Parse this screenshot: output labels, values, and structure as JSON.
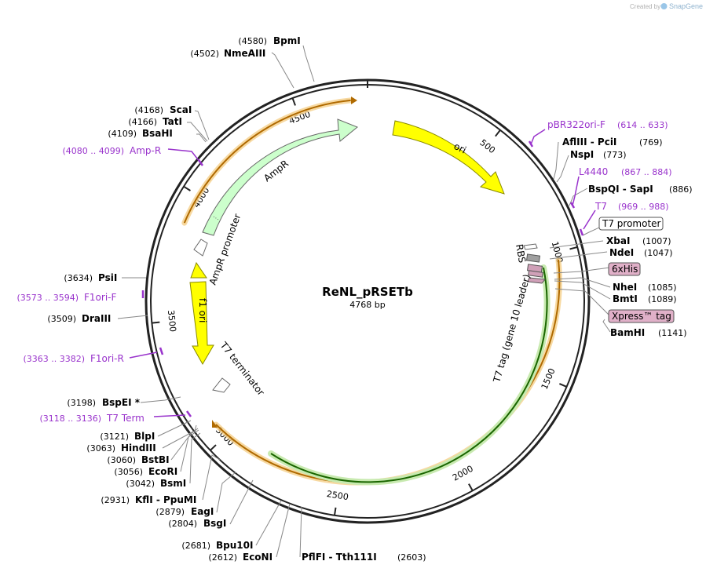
{
  "watermark": {
    "prefix": "Created by",
    "brand": "SnapGene"
  },
  "plasmid": {
    "name": "ReNL_pRSETb",
    "length_label": "4768 bp",
    "length": 4768
  },
  "ticks": [
    "500",
    "1000",
    "1500",
    "2000",
    "2500",
    "3000",
    "3500",
    "4000",
    "4500"
  ],
  "features": [
    {
      "name": "ori",
      "color": "#ffff00"
    },
    {
      "name": "AmpR",
      "color": "#ccffcc"
    },
    {
      "name": "AmpR promoter",
      "color": "#ffffff"
    },
    {
      "name": "f1 ori",
      "color": "#ffff00"
    },
    {
      "name": "T7 terminator",
      "color": "#ffffff"
    },
    {
      "name": "RBS",
      "color": "#ffffff"
    },
    {
      "name": "T7 tag (gene 10 leader)",
      "color": "#99cc66"
    }
  ],
  "sites": [
    {
      "pos": "(4580)",
      "name": "BpmI"
    },
    {
      "pos": "(4502)",
      "name": "NmeAIII"
    },
    {
      "pos": "(4168)",
      "name": "ScaI"
    },
    {
      "pos": "(4166)",
      "name": "TatI"
    },
    {
      "pos": "(4109)",
      "name": "BsaHI"
    },
    {
      "pos": "(3634)",
      "name": "PsiI"
    },
    {
      "pos": "(3509)",
      "name": "DraIII"
    },
    {
      "pos": "(3198)",
      "name": "BspEI *"
    },
    {
      "pos": "(3121)",
      "name": "BlpI"
    },
    {
      "pos": "(3063)",
      "name": "HindIII"
    },
    {
      "pos": "(3060)",
      "name": "BstBI"
    },
    {
      "pos": "(3056)",
      "name": "EcoRI"
    },
    {
      "pos": "(3042)",
      "name": "BsmI"
    },
    {
      "pos": "(2931)",
      "name": "KflI  - PpuMI"
    },
    {
      "pos": "(2879)",
      "name": "EagI"
    },
    {
      "pos": "(2804)",
      "name": "BsgI"
    },
    {
      "pos": "(2681)",
      "name": "Bpu10I"
    },
    {
      "pos": "(2612)",
      "name": "EcoNI"
    },
    {
      "pos": "(2603)",
      "name": "PflFI  - Tth111I"
    },
    {
      "pos": "(769)",
      "name": "AflIII  - PciI"
    },
    {
      "pos": "(773)",
      "name": "NspI"
    },
    {
      "pos": "(886)",
      "name": "BspQI  - SapI"
    },
    {
      "pos": "(1007)",
      "name": "XbaI"
    },
    {
      "pos": "(1047)",
      "name": "NdeI"
    },
    {
      "pos": "(1085)",
      "name": "NheI"
    },
    {
      "pos": "(1089)",
      "name": "BmtI"
    },
    {
      "pos": "(1141)",
      "name": "BamHI"
    }
  ],
  "primers": [
    {
      "name": "pBR322ori-F",
      "range": "(614 .. 633)"
    },
    {
      "name": "L4440",
      "range": "(867 .. 884)"
    },
    {
      "name": "T7",
      "range": "(969 .. 988)"
    },
    {
      "name": "Amp-R",
      "range": "(4080 .. 4099)"
    },
    {
      "name": "F1ori-F",
      "range": "(3573 .. 3594)"
    },
    {
      "name": "F1ori-R",
      "range": "(3363 .. 3382)"
    },
    {
      "name": "T7 Term",
      "range": "(3118 .. 3136)"
    }
  ],
  "boxed_labels": {
    "t7_promoter": "T7 promoter",
    "his_tag": "6xHis",
    "xpress_tag": "Xpress™ tag"
  },
  "colors": {
    "primer": "#9933cc",
    "backbone": "#222222",
    "tag_fill": "#e0b0c8"
  }
}
